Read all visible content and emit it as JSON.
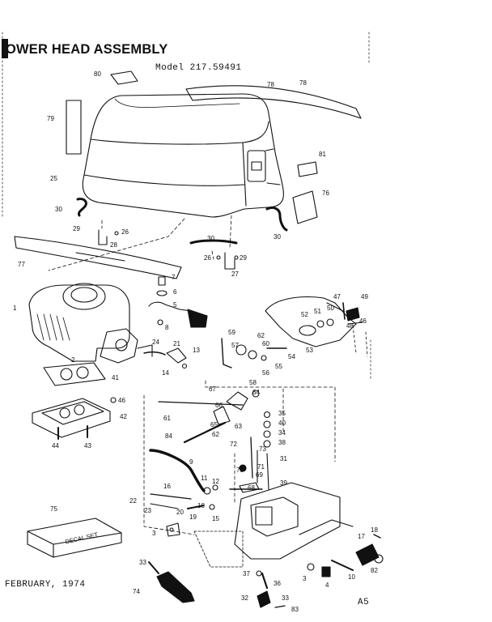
{
  "title": "OWER HEAD ASSEMBLY",
  "model": "Model 217.59491",
  "date": "FEBRUARY, 1974",
  "page_code": "A5",
  "decal_box_label": "DECAL SET",
  "callouts": [
    {
      "id": "c80",
      "label": "80"
    },
    {
      "id": "c78a",
      "label": "78"
    },
    {
      "id": "c79",
      "label": "79"
    },
    {
      "id": "c78b",
      "label": "78"
    },
    {
      "id": "c25",
      "label": "25"
    },
    {
      "id": "c81",
      "label": "81"
    },
    {
      "id": "c76",
      "label": "76"
    },
    {
      "id": "c30a",
      "label": "30"
    },
    {
      "id": "c29a",
      "label": "29"
    },
    {
      "id": "c26a",
      "label": "26"
    },
    {
      "id": "c28",
      "label": "28"
    },
    {
      "id": "c30b",
      "label": "30"
    },
    {
      "id": "c30c",
      "label": "30"
    },
    {
      "id": "c77",
      "label": "77"
    },
    {
      "id": "c26b",
      "label": "26"
    },
    {
      "id": "c29b",
      "label": "29"
    },
    {
      "id": "c27",
      "label": "27"
    },
    {
      "id": "c7",
      "label": "7"
    },
    {
      "id": "c6",
      "label": "6"
    },
    {
      "id": "c5",
      "label": "5"
    },
    {
      "id": "c8",
      "label": "8"
    },
    {
      "id": "c1",
      "label": "1"
    },
    {
      "id": "c47",
      "label": "47"
    },
    {
      "id": "c49",
      "label": "49"
    },
    {
      "id": "c52",
      "label": "52"
    },
    {
      "id": "c51",
      "label": "51"
    },
    {
      "id": "c50",
      "label": "50"
    },
    {
      "id": "c48",
      "label": "48"
    },
    {
      "id": "c46a",
      "label": "46"
    },
    {
      "id": "c53",
      "label": "53"
    },
    {
      "id": "c59a",
      "label": "59"
    },
    {
      "id": "c62a",
      "label": "62"
    },
    {
      "id": "c60",
      "label": "60"
    },
    {
      "id": "c57",
      "label": "57"
    },
    {
      "id": "c54",
      "label": "54"
    },
    {
      "id": "c55",
      "label": "55"
    },
    {
      "id": "c56",
      "label": "56"
    },
    {
      "id": "c58",
      "label": "58"
    },
    {
      "id": "c24",
      "label": "24"
    },
    {
      "id": "c21",
      "label": "21"
    },
    {
      "id": "c13",
      "label": "13"
    },
    {
      "id": "c14",
      "label": "14"
    },
    {
      "id": "c2",
      "label": "2"
    },
    {
      "id": "c41",
      "label": "41"
    },
    {
      "id": "c67",
      "label": "67"
    },
    {
      "id": "c64",
      "label": "64"
    },
    {
      "id": "c65",
      "label": "65"
    },
    {
      "id": "c66",
      "label": "66"
    },
    {
      "id": "c46b",
      "label": "46"
    },
    {
      "id": "c42",
      "label": "42"
    },
    {
      "id": "c61",
      "label": "61"
    },
    {
      "id": "c35",
      "label": "35"
    },
    {
      "id": "c40",
      "label": "40"
    },
    {
      "id": "c34",
      "label": "34"
    },
    {
      "id": "c38",
      "label": "38"
    },
    {
      "id": "c63",
      "label": "63"
    },
    {
      "id": "c62b",
      "label": "62"
    },
    {
      "id": "c44",
      "label": "44"
    },
    {
      "id": "c43",
      "label": "43"
    },
    {
      "id": "c84",
      "label": "84"
    },
    {
      "id": "c72",
      "label": "72"
    },
    {
      "id": "c73",
      "label": "73"
    },
    {
      "id": "c31",
      "label": "31"
    },
    {
      "id": "c9",
      "label": "9"
    },
    {
      "id": "c70",
      "label": "70"
    },
    {
      "id": "c71",
      "label": "71"
    },
    {
      "id": "c69",
      "label": "69"
    },
    {
      "id": "c68",
      "label": "68"
    },
    {
      "id": "c39",
      "label": "39"
    },
    {
      "id": "c11",
      "label": "11"
    },
    {
      "id": "c12",
      "label": "12"
    },
    {
      "id": "c16",
      "label": "16"
    },
    {
      "id": "c22",
      "label": "22"
    },
    {
      "id": "c23",
      "label": "23"
    },
    {
      "id": "c20",
      "label": "20"
    },
    {
      "id": "c19",
      "label": "19"
    },
    {
      "id": "c10a",
      "label": "10"
    },
    {
      "id": "c15",
      "label": "15"
    },
    {
      "id": "c75",
      "label": "75"
    },
    {
      "id": "c3a",
      "label": "3"
    },
    {
      "id": "c17",
      "label": "17"
    },
    {
      "id": "c18",
      "label": "18"
    },
    {
      "id": "c82",
      "label": "82"
    },
    {
      "id": "c10b",
      "label": "10"
    },
    {
      "id": "c33a",
      "label": "33"
    },
    {
      "id": "c74",
      "label": "74"
    },
    {
      "id": "c37",
      "label": "37"
    },
    {
      "id": "c36",
      "label": "36"
    },
    {
      "id": "c3b",
      "label": "3"
    },
    {
      "id": "c4",
      "label": "4"
    },
    {
      "id": "c32",
      "label": "32"
    },
    {
      "id": "c33b",
      "label": "33"
    },
    {
      "id": "c83",
      "label": "83"
    }
  ]
}
